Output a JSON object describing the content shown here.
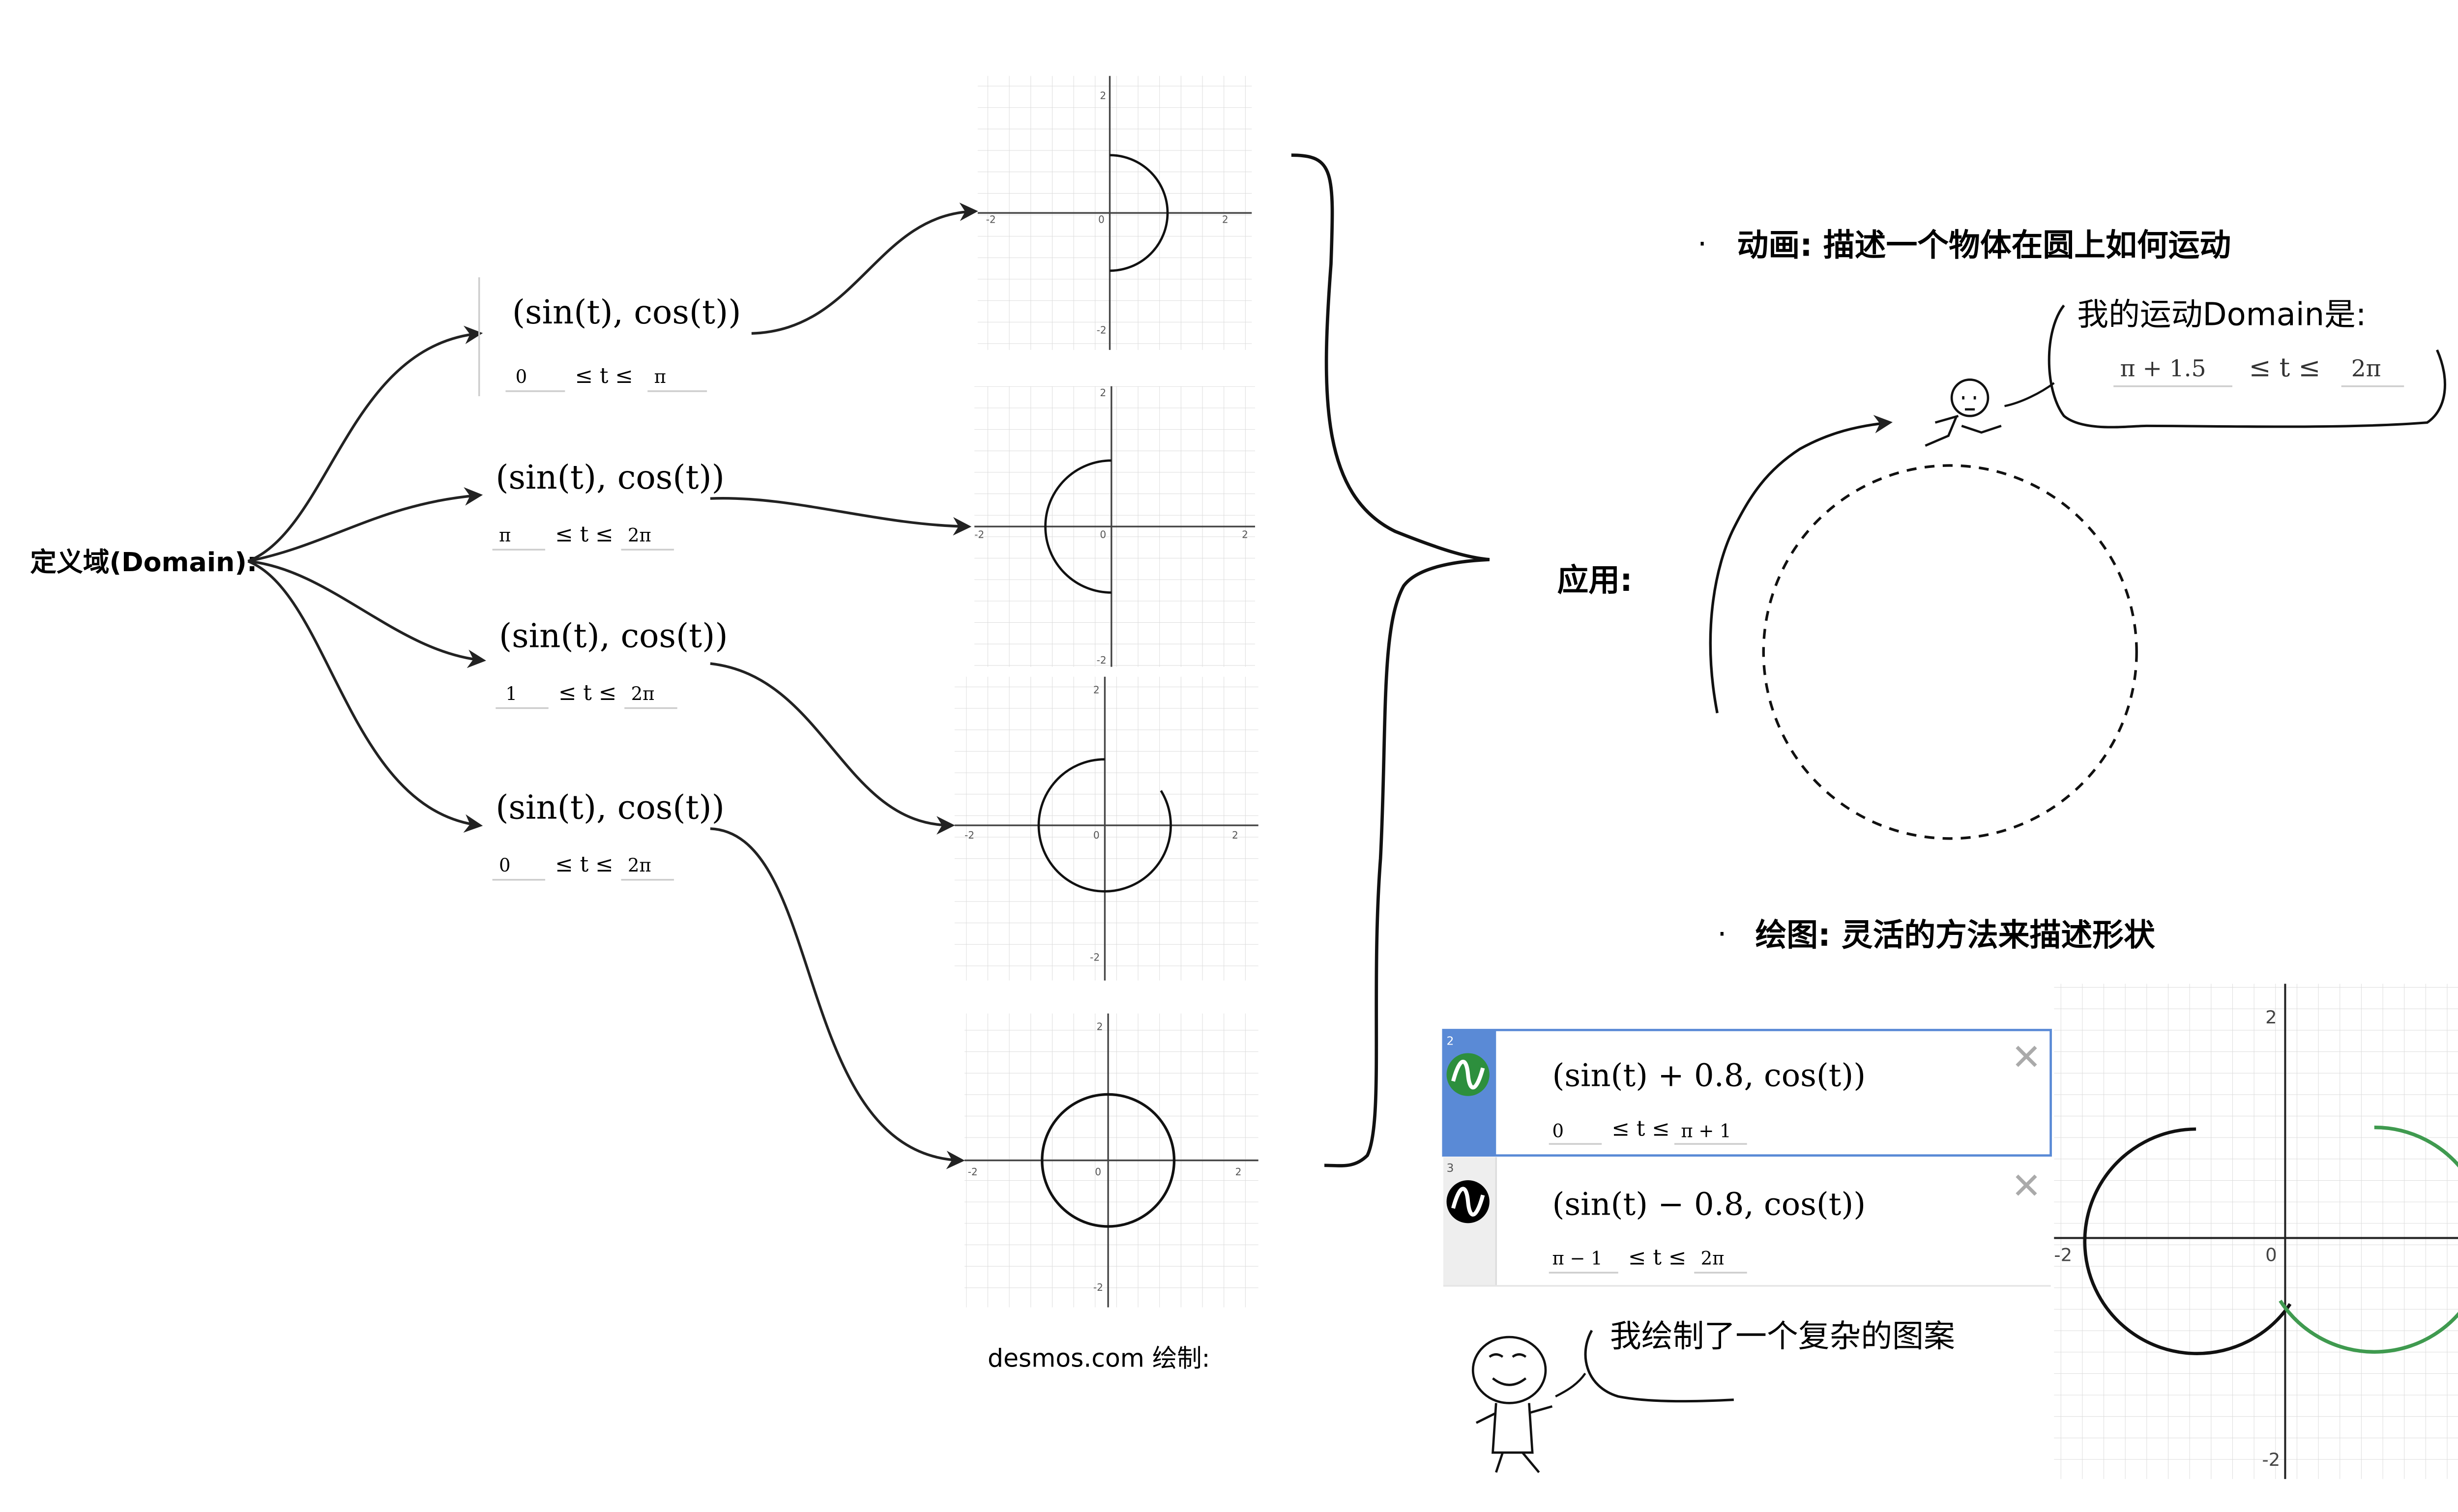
{
  "root_label": "定义域(Domain):",
  "expressions": [
    {
      "expr": "(sin(t), cos(t))",
      "min": "0",
      "max": "π"
    },
    {
      "expr": "(sin(t), cos(t))",
      "min": "π",
      "max": "2π"
    },
    {
      "expr": "(sin(t), cos(t))",
      "min": "1",
      "max": "2π"
    },
    {
      "expr": "(sin(t), cos(t))",
      "min": "0",
      "max": "2π"
    }
  ],
  "inequality_sign": "≤ t ≤",
  "graph_ticks": {
    "neg": "-2",
    "pos": "2",
    "zero": "0"
  },
  "desmos_caption": "desmos.com 绘制:",
  "application_label": "应用:",
  "bullets": {
    "animation": "动画: 描述一个物体在圆上如何运动",
    "drawing": "绘图: 灵活的方法来描述形状"
  },
  "speech_motion": {
    "text": "我的运动Domain是:",
    "min": "π + 1.5",
    "max": "2π"
  },
  "desmos_panel": {
    "rows": [
      {
        "index": "2",
        "expr": "(sin(t) + 0.8, cos(t))",
        "min": "0",
        "max": "π + 1",
        "color": "#2d8f3d",
        "active": true
      },
      {
        "index": "3",
        "expr": "(sin(t) − 0.8, cos(t))",
        "min": "π − 1",
        "max": "2π",
        "color": "#000000",
        "active": false
      }
    ]
  },
  "speech_drawing": "我绘制了一个复杂的图案",
  "colors": {
    "accent_blue": "#5a8ad6",
    "green": "#3f9a4f"
  }
}
